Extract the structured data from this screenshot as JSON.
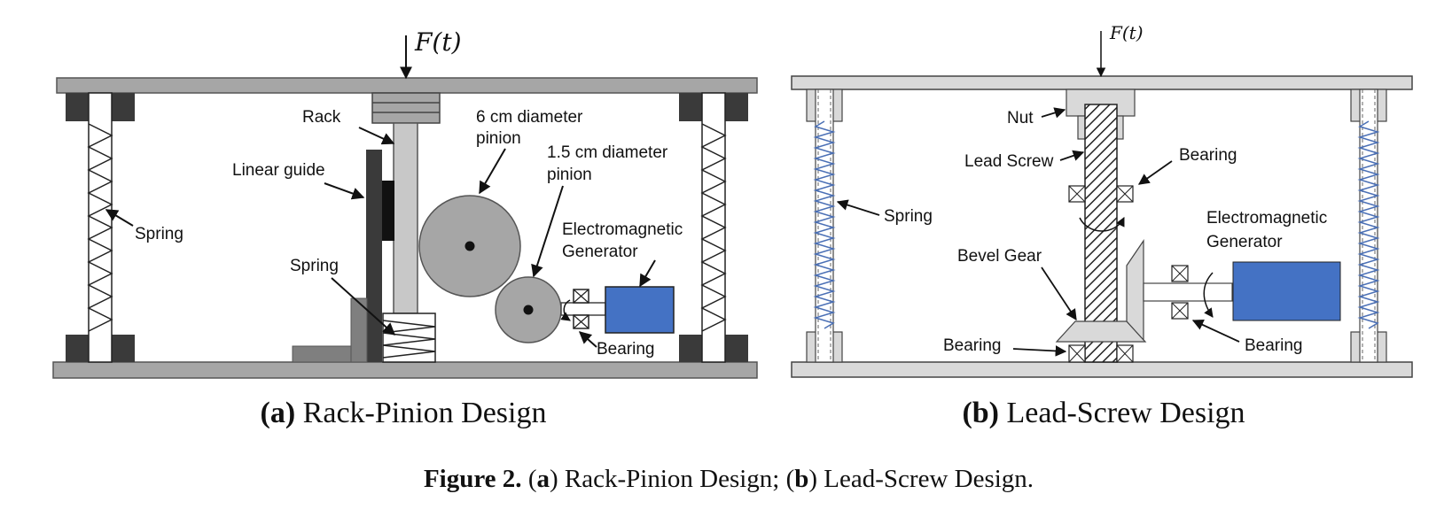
{
  "panel_a": {
    "force_label": "F(t)",
    "labels": {
      "rack": "Rack",
      "linear_guide": "Linear guide",
      "spring_left": "Spring",
      "spring_inner": "Spring",
      "pinion_large_line1": "6 cm diameter",
      "pinion_large_line2": "pinion",
      "pinion_small_line1": "1.5 cm diameter",
      "pinion_small_line2": "pinion",
      "generator_line1": "Electromagnetic",
      "generator_line2": "Generator",
      "bearing": "Bearing"
    },
    "subcaption_letter": "(a)",
    "subcaption_text": "Rack-Pinion Design"
  },
  "panel_b": {
    "force_label": "F(t)",
    "labels": {
      "nut": "Nut",
      "lead_screw": "Lead Screw",
      "bearing_top": "Bearing",
      "spring": "Spring",
      "generator_line1": "Electromagnetic",
      "generator_line2": "Generator",
      "bevel_gear": "Bevel Gear",
      "bearing_bottom": "Bearing",
      "bearing_right": "Bearing"
    },
    "subcaption_letter": "(b)",
    "subcaption_text": "Lead-Screw Design"
  },
  "caption": {
    "prefix": "Figure 2.",
    "part1_open": " (",
    "part1_letter": "a",
    "part1_text": ") Rack-Pinion Design; (",
    "part2_letter": "b",
    "part2_text": ") Lead-Screw Design."
  },
  "colors": {
    "generator_blue": "#4472c4",
    "spring_blue": "#4a6fb5",
    "frame_gray": "#a6a6a6",
    "dark_block": "#3a3a3a",
    "light_frame": "#d9d9d9"
  }
}
